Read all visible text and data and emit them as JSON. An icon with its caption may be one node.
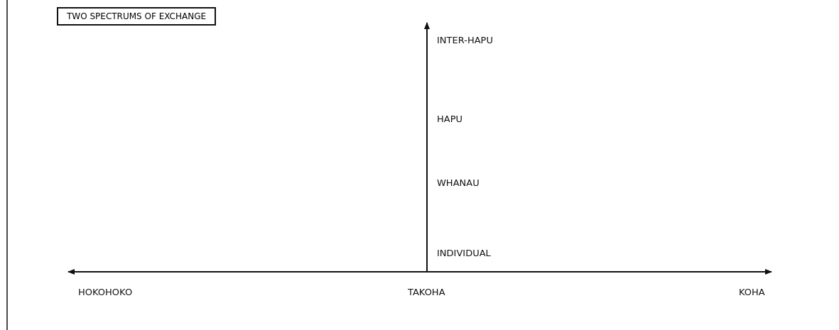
{
  "diagram": {
    "title": "TWO SPECTRUMS OF EXCHANGE",
    "labels": [
      "INTER-HAPU",
      "HAPU",
      "WHANAU",
      "INDIVIDUAL",
      "HOKOHOKO",
      "TAKOHA",
      "KOHA"
    ]
  }
}
